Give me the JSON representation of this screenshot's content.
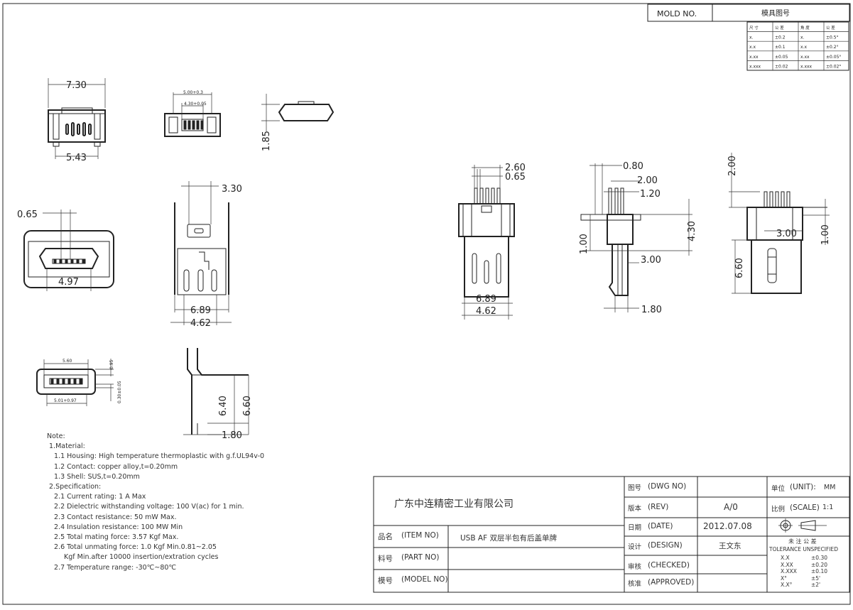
{
  "header": {
    "mold_no_label": "MOLD NO.",
    "mold_no_value": "模具图号",
    "tolerance_table": [
      [
        "尺 寸",
        "公 差",
        "角 度",
        "公 差"
      ],
      [
        "x.",
        "±0.2",
        "x.",
        "±0.5°"
      ],
      [
        "x.x",
        "±0.1",
        "x.x",
        "±0.2°"
      ],
      [
        "x.xx",
        "±0.05",
        "x.xx",
        "±0.05°"
      ],
      [
        "x.xxx",
        "±0.02",
        "x.xxx",
        "±0.02°"
      ]
    ]
  },
  "dimensions": {
    "d_7_30": "7.30",
    "d_5_43": "5.43",
    "d_1_85": "1.85",
    "d_0_65": "0.65",
    "d_4_97": "4.97",
    "d_3_30": "3.30",
    "d_6_89": "6.89",
    "d_4_62": "4.62",
    "d_6_40": "6.40",
    "d_6_60": "6.60",
    "d_1_80": "1.80",
    "d_2_60": "2.60",
    "d_0_80": "0.80",
    "d_2_00": "2.00",
    "d_1_20": "1.20",
    "d_4_30": "4.30",
    "d_1_00": "1.00",
    "d_3_00": "3.00",
    "small_5_60": "5.60",
    "small_0_95": "0.95",
    "small_combo": "5.01+0.97",
    "small_vert": "0.30±0.05",
    "small_top1": "5.00+0.3",
    "small_top2": "4.30+0.05"
  },
  "notes": [
    "Note:",
    "1.Material:",
    "1.1 Housing: High temperature thermoplastic with g.f.UL94v-0",
    "1.2 Contact: copper alloy,t=0.20mm",
    "1.3 Shell: SUS,t=0.20mm",
    "2.Specification:",
    "2.1 Current rating: 1 A Max",
    "2.2 Dielectric withstanding voltage: 100 V(ac) for 1 min.",
    "2.3 Contact resistance: 50 mW Max.",
    "2.4 Insulation resistance: 100 MW Min",
    "2.5 Total mating force: 3.57 Kgf Max.",
    "2.6 Total unmating force: 1.0 Kgf Min.0.81~2.05",
    "Kgf Min.after 10000 insertion/extration cycles",
    "2.7 Temperature range: -30℃~80℃"
  ],
  "title_block": {
    "company": "广东中连精密工业有限公司",
    "item_no_label_cn": "品名",
    "item_no_label_en": "(ITEM NO)",
    "item_no_value": "USB AF 双层半包有后盖单牌",
    "part_no_label_cn": "料号",
    "part_no_label_en": "(PART NO)",
    "model_no_label_cn": "模号",
    "model_no_label_en": "(MODEL NO)",
    "dwg_no_label_cn": "图号",
    "dwg_no_label_en": "(DWG NO)",
    "rev_label_cn": "版本",
    "rev_label_en": "(REV)",
    "rev_value": "A/0",
    "date_label_cn": "日期",
    "date_label_en": "(DATE)",
    "date_value": "2012.07.08",
    "design_label_cn": "设计",
    "design_label_en": "(DESIGN)",
    "design_value": "王文东",
    "checked_label_cn": "审核",
    "checked_label_en": "(CHECKED)",
    "approved_label_cn": "核准",
    "approved_label_en": "(APPROVED)",
    "unit_label_cn": "单位",
    "unit_label_en": "(UNIT):",
    "unit_value": "MM",
    "scale_label_cn": "比例",
    "scale_label_en": "(SCALE)",
    "scale_value": "1:1",
    "tolerance_title_cn": "未 注 公 差",
    "tolerance_title_en": "TOLERANCE UNSPECIFIED",
    "tolerances": [
      [
        "X.X",
        "±0.30"
      ],
      [
        "X.XX",
        "±0.20"
      ],
      [
        "X.XXX",
        "±0.10"
      ],
      [
        "X°",
        "±5'"
      ],
      [
        "X.X°",
        "±2'"
      ]
    ]
  }
}
